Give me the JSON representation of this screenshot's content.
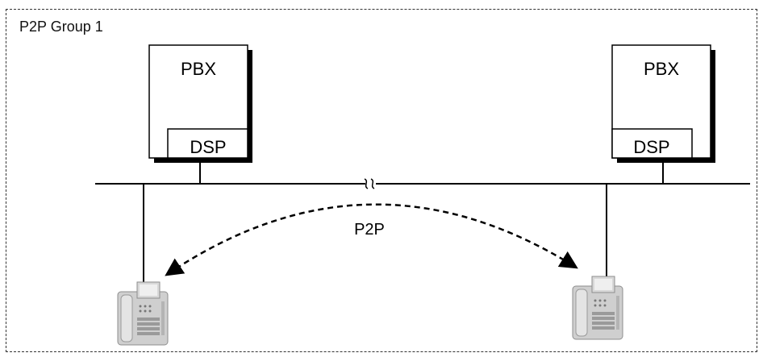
{
  "group": {
    "label": "P2P Group 1"
  },
  "pbx_left": {
    "title": "PBX",
    "dsp": "DSP"
  },
  "pbx_right": {
    "title": "PBX",
    "dsp": "DSP"
  },
  "link": {
    "label": "P2P"
  },
  "icons": {
    "left_phone": "ip-phone-icon",
    "right_phone": "ip-phone-icon",
    "line_break": "wavy-break-icon"
  },
  "colors": {
    "line": "#000000",
    "frame": "#333333",
    "phone_body": "#d8d8d8",
    "phone_shadow": "#9a9a9a"
  }
}
